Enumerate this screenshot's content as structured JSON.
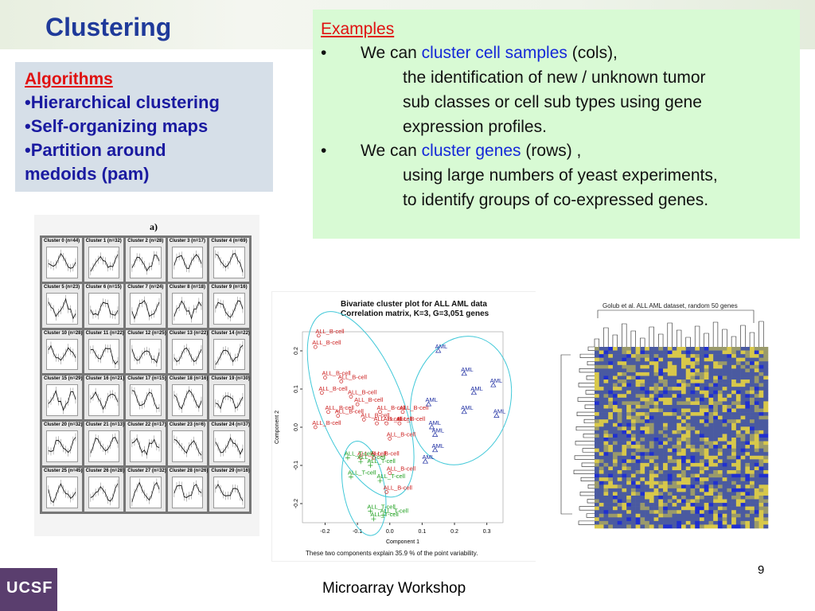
{
  "title": "Clustering",
  "algorithms": {
    "heading": "Algorithms",
    "items": [
      "•Hierarchical clustering",
      "•Self-organizing maps",
      "•Partition around",
      "medoids (pam)"
    ]
  },
  "examples": {
    "heading": "Examples",
    "bullet": "•",
    "item1": {
      "pre": "We can ",
      "hl": "cluster cell samples",
      "post": " (cols),",
      "sub": [
        "the identification of new / unknown tumor",
        "sub classes or cell sub types using gene",
        "expression profiles."
      ]
    },
    "item2": {
      "pre": "We can ",
      "hl": "cluster genes",
      "post": " (rows) ,",
      "sub": [
        "using large numbers of yeast experiments,",
        "to identify groups of co-expressed genes."
      ]
    }
  },
  "figure_a": {
    "label": "a)",
    "clusters": [
      "Cluster 0 (n=44)",
      "Cluster 1 (n=32)",
      "Cluster 2 (n=28)",
      "Cluster 3 (n=17)",
      "Cluster 4 (n=69)",
      "Cluster 5 (n=23)",
      "Cluster 6 (n=15)",
      "Cluster 7 (n=24)",
      "Cluster 8 (n=18)",
      "Cluster 9 (n=16)",
      "Cluster 10 (n=28)",
      "Cluster 11 (n=22)",
      "Cluster 12 (n=25)",
      "Cluster 13 (n=22)",
      "Cluster 14 (n=22)",
      "Cluster 15 (n=29)",
      "Cluster 16 (n=21)",
      "Cluster 17 (n=15)",
      "Cluster 18 (n=16)",
      "Cluster 19 (n=30)",
      "Cluster 20 (n=32)",
      "Cluster 21 (n=13)",
      "Cluster 22 (n=17)",
      "Cluster 23 (n=6)",
      "Cluster 24 (n=37)",
      "Cluster 25 (n=45)",
      "Cluster 26 (n=28)",
      "Cluster 27 (n=32)",
      "Cluster 28 (n=26)",
      "Cluster 29 (n=16)"
    ]
  },
  "figure_b": {
    "title_line1": "Bivariate cluster plot for ALL AML data",
    "title_line2": "Correlation matrix, K=3, G=3,051 genes",
    "xlabel": "Component 1",
    "ylabel": "Component 2",
    "caption": "These two components explain 35.9 % of the point variability.",
    "colors": {
      "ball": "#cc2020",
      "tall": "#20a020",
      "aml": "#1a2aa0",
      "ellipse": "#40c8d8"
    }
  },
  "figure_c": {
    "title": "Golub et al. ALL AML dataset, random 50 genes"
  },
  "chart_data": {
    "type": "scatter",
    "title": "Bivariate cluster plot for ALL AML data\nCorrelation matrix, K=3, G=3,051 genes",
    "xlabel": "Component 1",
    "ylabel": "Component 2",
    "xlim": [
      -0.27,
      0.35
    ],
    "ylim": [
      -0.25,
      0.25
    ],
    "x_ticks": [
      "-0.2",
      "-0.1",
      "0.0",
      "0.1",
      "0.2",
      "0.3"
    ],
    "y_ticks": [
      "-0.2",
      "-0.1",
      "0.0",
      "0.1",
      "0.2"
    ],
    "series": [
      {
        "name": "ALL_B-cell",
        "points": [
          [
            -0.22,
            0.24
          ],
          [
            -0.23,
            0.21
          ],
          [
            -0.2,
            0.13
          ],
          [
            -0.15,
            0.12
          ],
          [
            -0.21,
            0.09
          ],
          [
            -0.12,
            0.08
          ],
          [
            -0.1,
            0.06
          ],
          [
            -0.19,
            0.04
          ],
          [
            -0.16,
            0.03
          ],
          [
            -0.08,
            0.02
          ],
          [
            -0.04,
            0.01
          ],
          [
            -0.03,
            0.04
          ],
          [
            -0.23,
            0.0
          ],
          [
            -0.01,
            0.01
          ],
          [
            0.03,
            0.01
          ],
          [
            0.04,
            0.04
          ],
          [
            0.0,
            -0.03
          ],
          [
            -0.05,
            -0.08
          ],
          [
            0.0,
            -0.12
          ],
          [
            -0.01,
            -0.17
          ],
          [
            -0.09,
            -0.08
          ]
        ]
      },
      {
        "name": "ALL_T-cell",
        "points": [
          [
            -0.13,
            -0.08
          ],
          [
            -0.09,
            -0.09
          ],
          [
            -0.06,
            -0.1
          ],
          [
            -0.12,
            -0.13
          ],
          [
            -0.03,
            -0.14
          ],
          [
            -0.06,
            -0.22
          ],
          [
            -0.02,
            -0.23
          ],
          [
            -0.05,
            -0.24
          ]
        ]
      },
      {
        "name": "AML",
        "points": [
          [
            0.15,
            0.2
          ],
          [
            0.23,
            0.14
          ],
          [
            0.32,
            0.11
          ],
          [
            0.26,
            0.09
          ],
          [
            0.12,
            0.06
          ],
          [
            0.23,
            0.04
          ],
          [
            0.33,
            0.03
          ],
          [
            0.13,
            0.0
          ],
          [
            0.14,
            -0.02
          ],
          [
            0.14,
            -0.06
          ],
          [
            0.11,
            -0.09
          ]
        ]
      }
    ]
  }
}
